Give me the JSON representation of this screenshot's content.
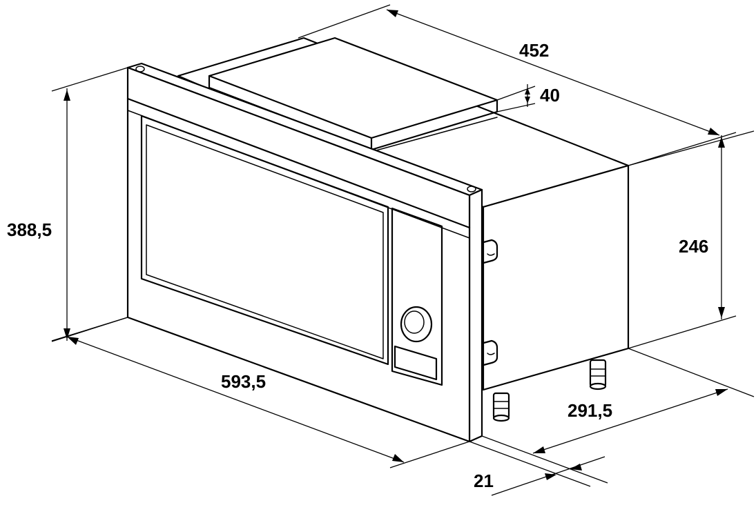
{
  "diagram": {
    "colors": {
      "line": "#000000",
      "background": "#ffffff"
    },
    "dimensions": {
      "overall_depth": "452",
      "trim_thickness": "40",
      "total_height": "388,5",
      "body_height": "246",
      "total_width": "593,5",
      "body_depth": "291,5",
      "frame_depth": "21"
    }
  }
}
